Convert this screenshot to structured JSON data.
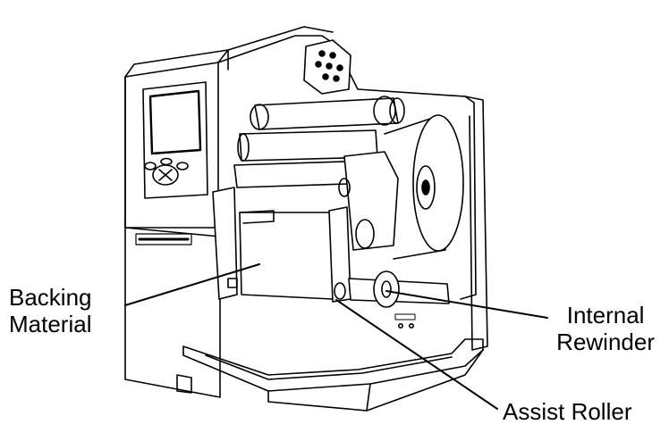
{
  "figure": {
    "callouts": {
      "backing_material": {
        "line1": "Backing",
        "line2": "Material"
      },
      "internal_rewinder": {
        "line1": "Internal",
        "line2": "Rewinder"
      },
      "assist_roller": {
        "text": "Assist Roller"
      }
    },
    "colors": {
      "stroke": "#000000",
      "fill": "#ffffff",
      "shade": "#e6e6e6"
    }
  }
}
